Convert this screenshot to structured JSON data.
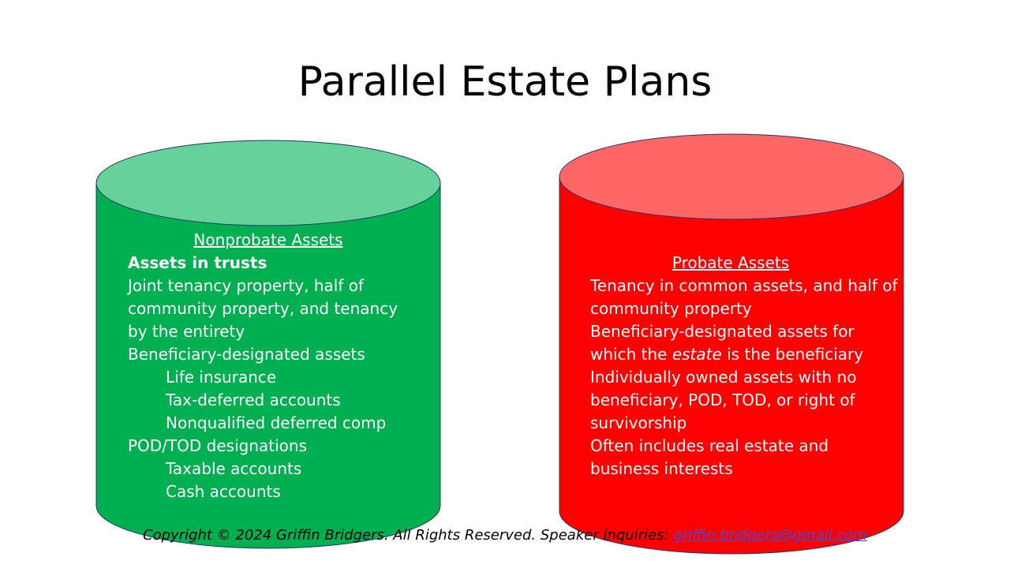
{
  "title": "Parallel Estate Plans",
  "colors": {
    "green_body": "#00b050",
    "green_top": "#66d19a",
    "red_body": "#ff0000",
    "red_top": "#ff6666",
    "outline": "#1f3864"
  },
  "nonprobate": {
    "heading": "Nonprobate Assets",
    "items": [
      {
        "text": "Assets in trusts",
        "level": 1,
        "bold": true
      },
      {
        "text": "Joint tenancy property, half of community property, and tenancy by the entirety",
        "level": 1
      },
      {
        "text": "Beneficiary-designated assets",
        "level": 1
      },
      {
        "text": "Life insurance",
        "level": 2
      },
      {
        "text": "Tax-deferred accounts",
        "level": 2
      },
      {
        "text": "Nonqualified deferred comp",
        "level": 2
      },
      {
        "text": "POD/TOD designations",
        "level": 1
      },
      {
        "text": "Taxable accounts",
        "level": 2
      },
      {
        "text": "Cash accounts",
        "level": 2
      }
    ]
  },
  "probate": {
    "heading": "Probate Assets",
    "items": [
      {
        "text": "Tenancy in common assets, and half of community property",
        "level": 1
      },
      {
        "pre": "Beneficiary-designated assets for which the ",
        "italic": "estate",
        "post": " is the beneficiary",
        "level": 1
      },
      {
        "text": "Individually owned assets with no beneficiary, POD, TOD, or right of survivorship",
        "level": 1
      },
      {
        "text": "Often includes real estate and business interests",
        "level": 1
      }
    ]
  },
  "footer": {
    "copyright": "Copyright © 2024 Griffin Bridgers.  All Rights Reserved.  Speaker inquiries: ",
    "email": "griffin.bridgers@gmail.com"
  }
}
